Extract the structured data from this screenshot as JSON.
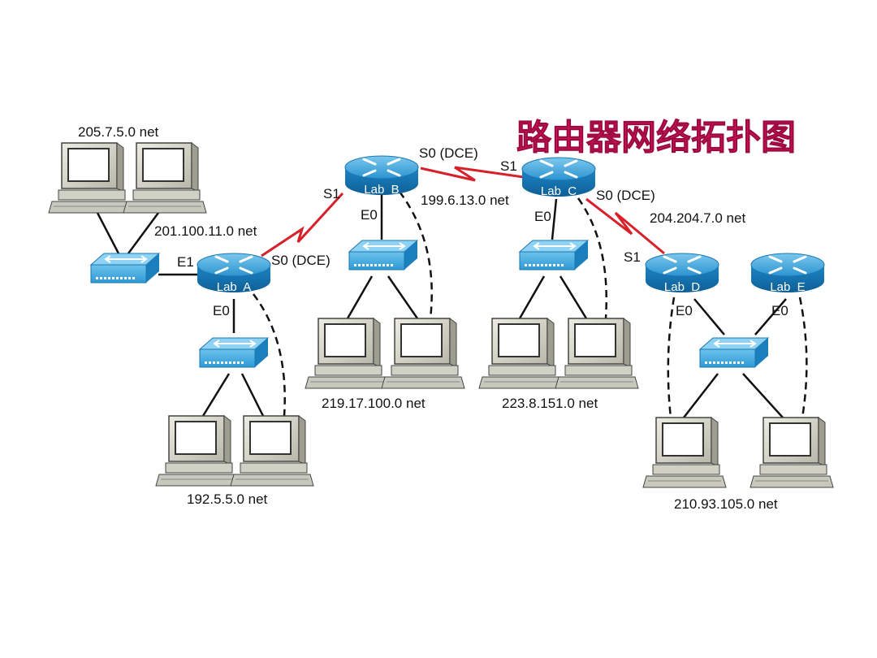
{
  "title": "路由器网络拓扑图",
  "colors": {
    "title": "#d4145a",
    "serial_link": "#d8202a",
    "router": "#1f8fcf",
    "switch": "#2a9fd8",
    "computer": "#dcdcd0",
    "ethernet": "#111111"
  },
  "routers": {
    "A": {
      "label": "Lab  A",
      "icon": "router-icon"
    },
    "B": {
      "label": "Lab  B",
      "icon": "router-icon"
    },
    "C": {
      "label": "Lab  C",
      "icon": "router-icon"
    },
    "D": {
      "label": "Lab  D",
      "icon": "router-icon"
    },
    "E": {
      "label": "Lab  E",
      "icon": "router-icon"
    }
  },
  "networks": {
    "net_205": "205.7.5.0 net",
    "net_201": "201.100.11.0 net",
    "net_199": "199.6.13.0 net",
    "net_204": "204.204.7.0 net",
    "net_192": "192.5.5.0 net",
    "net_219": "219.17.100.0 net",
    "net_223": "223.8.151.0 net",
    "net_210": "210.93.105.0 net"
  },
  "interfaces": {
    "a_e1": "E1",
    "a_e0": "E0",
    "a_s0": "S0 (DCE)",
    "b_s1": "S1",
    "b_s0": "S0 (DCE)",
    "b_e0": "E0",
    "c_s1": "S1",
    "c_s0": "S0 (DCE)",
    "c_e0": "E0",
    "d_s1": "S1",
    "d_e0": "E0",
    "e_e0": "E0"
  }
}
